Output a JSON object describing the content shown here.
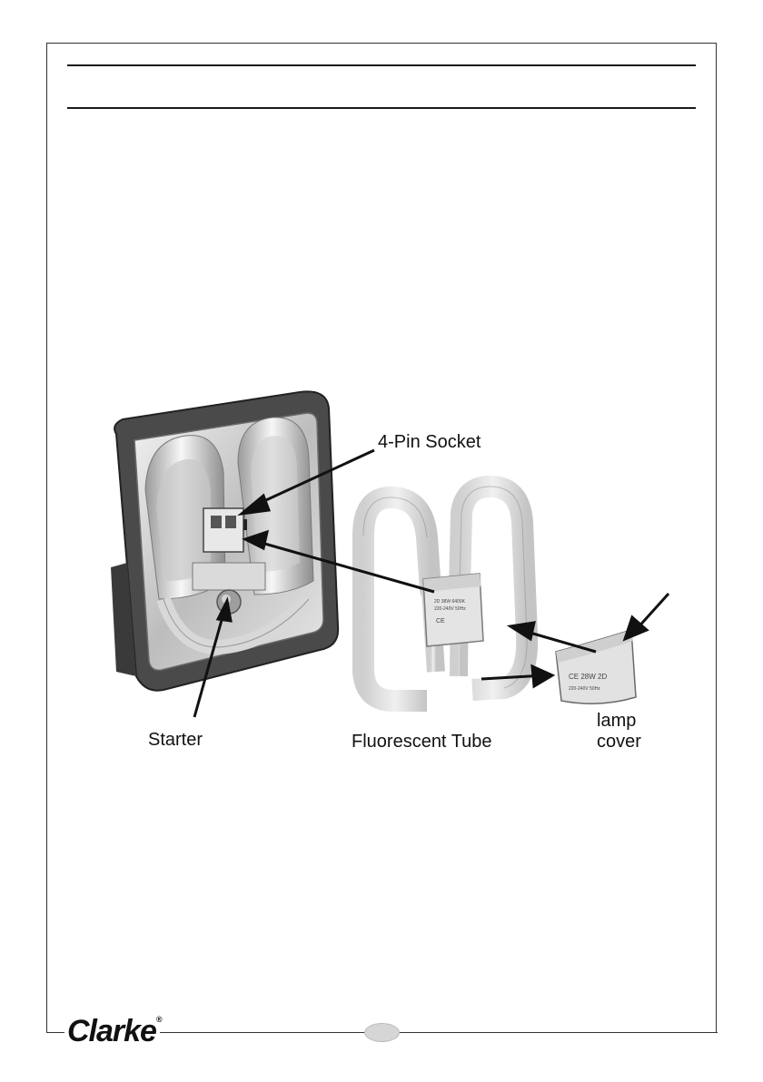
{
  "labels": {
    "socket": "4-Pin Socket",
    "starter": "Starter",
    "tube": "Fluorescent Tube",
    "cover_line1": "lamp",
    "cover_line2": "cover"
  },
  "tube_sticker": {
    "line1": "2D 38W 6400K",
    "line2": "220-240V 50Hz",
    "mark": "CE"
  },
  "cover_sticker": {
    "line1": "CE 28W 2D",
    "line2": "220-240V 50Hz"
  },
  "footer": {
    "brand": "Clarke",
    "reg": "®"
  }
}
